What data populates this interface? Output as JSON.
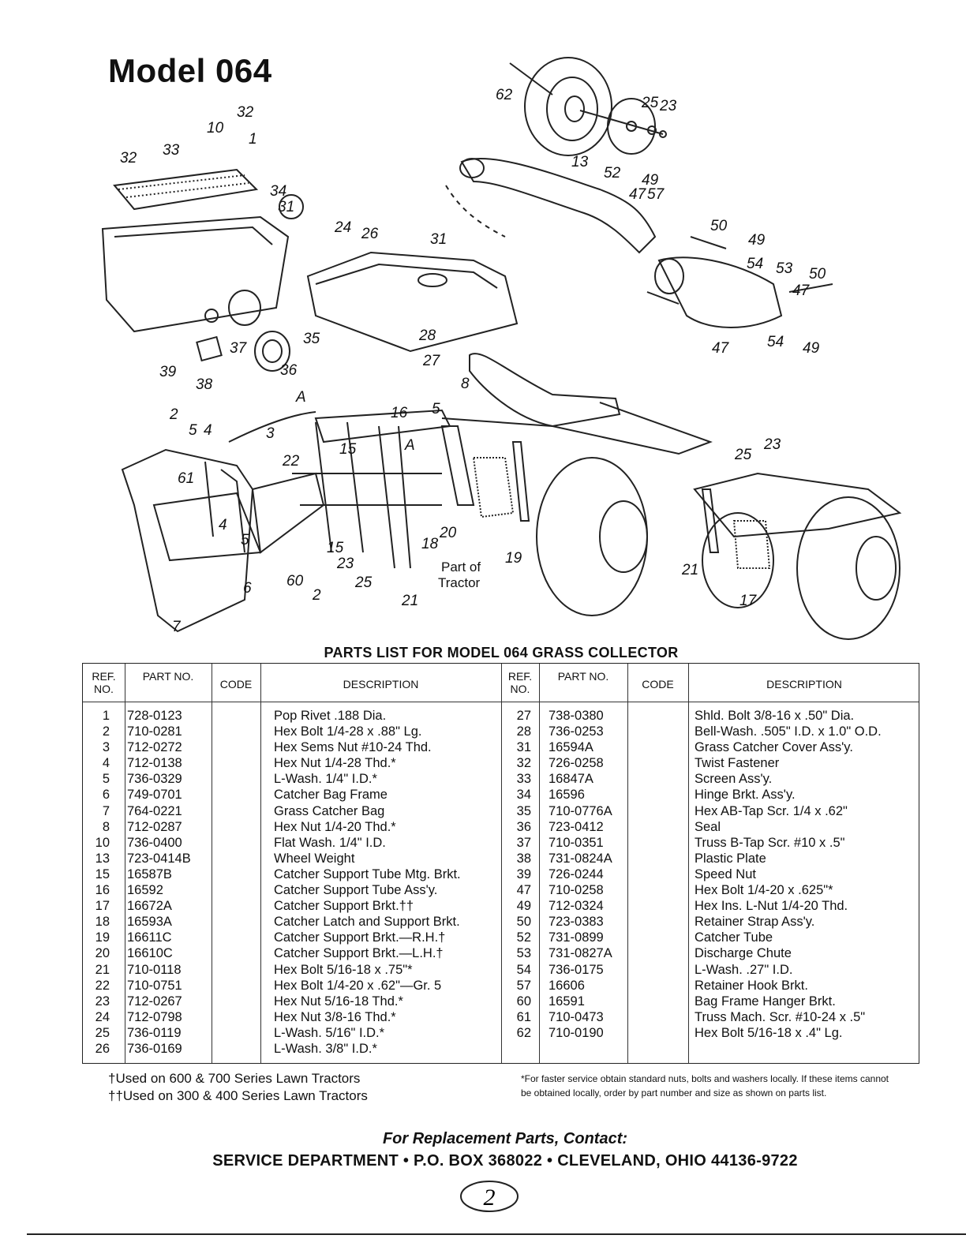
{
  "title": "Model 064",
  "diagram": {
    "callouts": [
      "62",
      "25",
      "23",
      "13",
      "52",
      "49",
      "47",
      "57",
      "50",
      "49",
      "54",
      "53",
      "50",
      "47",
      "47",
      "54",
      "49",
      "32",
      "10",
      "1",
      "32",
      "33",
      "34",
      "31",
      "24",
      "26",
      "31",
      "35",
      "28",
      "27",
      "36",
      "37",
      "39",
      "38",
      "2",
      "5",
      "4",
      "3",
      "61",
      "16",
      "5",
      "8",
      "22",
      "15",
      "25",
      "23",
      "4",
      "5",
      "15",
      "23",
      "25",
      "18",
      "20",
      "19",
      "60",
      "2",
      "21",
      "6",
      "7",
      "21",
      "17",
      "A",
      "A"
    ],
    "tractor_label": "Part of Tractor"
  },
  "parts_list": {
    "heading": "PARTS LIST FOR MODEL 064 GRASS COLLECTOR",
    "headers": {
      "ref": "REF. NO.",
      "part": "PART NO.",
      "code": "CODE",
      "description": "DESCRIPTION"
    },
    "left": {
      "refs": [
        "1",
        "2",
        "3",
        "4",
        "5",
        "6",
        "7",
        "8",
        "10",
        "13",
        "15",
        "16",
        "17",
        "18",
        "19",
        "20",
        "21",
        "22",
        "23",
        "24",
        "25",
        "26"
      ],
      "parts": [
        "728-0123",
        "710-0281",
        "712-0272",
        "712-0138",
        "736-0329",
        "749-0701",
        "764-0221",
        "712-0287",
        "736-0400",
        "723-0414B",
        "16587B",
        "16592",
        "16672A",
        "16593A",
        "16611C",
        "16610C",
        "710-0118",
        "710-0751",
        "712-0267",
        "712-0798",
        "736-0119",
        "736-0169"
      ],
      "descriptions": [
        "Pop Rivet .188 Dia.",
        "Hex Bolt 1/4-28 x .88\" Lg.",
        "Hex Sems Nut #10-24 Thd.",
        "Hex Nut 1/4-28 Thd.*",
        "L-Wash. 1/4\" I.D.*",
        "Catcher Bag Frame",
        "Grass Catcher Bag",
        "Hex Nut 1/4-20 Thd.*",
        "Flat Wash. 1/4\" I.D.",
        "Wheel Weight",
        "Catcher Support Tube Mtg. Brkt.",
        "Catcher Support Tube Ass'y.",
        "Catcher Support Brkt.††",
        "Catcher Latch and Support Brkt.",
        "Catcher Support Brkt.—R.H.†",
        "Catcher Support Brkt.—L.H.†",
        "Hex Bolt 5/16-18 x .75\"*",
        "Hex Bolt 1/4-20 x .62\"—Gr. 5",
        "Hex Nut 5/16-18 Thd.*",
        "Hex Nut 3/8-16 Thd.*",
        "L-Wash. 5/16\" I.D.*",
        "L-Wash. 3/8\" I.D.*"
      ]
    },
    "right": {
      "refs": [
        "27",
        "28",
        "31",
        "32",
        "33",
        "34",
        "35",
        "36",
        "37",
        "38",
        "39",
        "47",
        "49",
        "50",
        "52",
        "53",
        "54",
        "57",
        "60",
        "61",
        "62"
      ],
      "parts": [
        "738-0380",
        "736-0253",
        "16594A",
        "726-0258",
        "16847A",
        "16596",
        "710-0776A",
        "723-0412",
        "710-0351",
        "731-0824A",
        "726-0244",
        "710-0258",
        "712-0324",
        "723-0383",
        "731-0899",
        "731-0827A",
        "736-0175",
        "16606",
        "16591",
        "710-0473",
        "710-0190"
      ],
      "descriptions": [
        "Shld. Bolt 3/8-16 x .50\" Dia.",
        "Bell-Wash. .505\" I.D. x 1.0\" O.D.",
        "Grass Catcher Cover Ass'y.",
        "Twist Fastener",
        "Screen Ass'y.",
        "Hinge Brkt. Ass'y.",
        "Hex AB-Tap Scr. 1/4 x .62\"",
        "Seal",
        "Truss B-Tap Scr. #10 x .5\"",
        "Plastic Plate",
        "Speed Nut",
        "Hex Bolt 1/4-20 x .625\"*",
        "Hex Ins. L-Nut 1/4-20 Thd.",
        "Retainer Strap Ass'y.",
        "Catcher Tube",
        "Discharge Chute",
        "L-Wash. .27\" I.D.",
        "Retainer Hook Brkt.",
        "Bag Frame Hanger Brkt.",
        "Truss Mach. Scr. #10-24 x .5\"",
        "Hex Bolt 5/16-18 x .4\" Lg."
      ]
    }
  },
  "footnotes": {
    "single_dagger": "†Used on 600 & 700 Series Lawn Tractors",
    "double_dagger": "††Used on 300 & 400 Series Lawn Tractors",
    "service_note": "*For faster service obtain standard nuts, bolts and washers locally. If these items cannot be obtained locally, order by part number and size as shown on parts list."
  },
  "contact": {
    "heading": "For Replacement Parts, Contact:",
    "address": "SERVICE DEPARTMENT • P.O. BOX 368022 • CLEVELAND, OHIO 44136-9722"
  },
  "page_number": "2"
}
